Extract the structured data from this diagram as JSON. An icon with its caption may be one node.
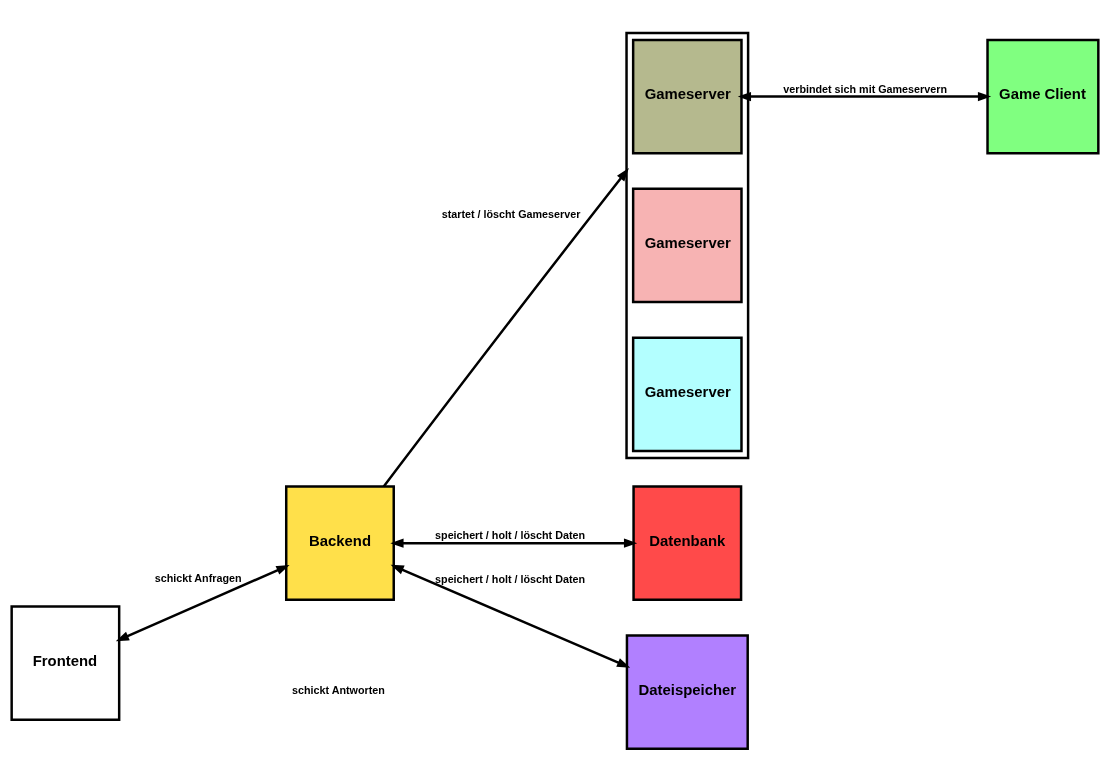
{
  "diagram": {
    "nodes": [
      {
        "text": [
          "Game Client"
        ]
      },
      {
        "text": [
          "Frontend"
        ]
      },
      {
        "text": [
          "Backend"
        ]
      },
      {
        "text": [],
        "shape": "box"
      },
      {
        "text": [
          "Gameserver"
        ],
        "in": 3
      },
      {
        "text": [
          "Gameserver"
        ],
        "in": 3
      },
      {
        "text": [
          "Gameserver"
        ],
        "in": 3
      },
      {
        "text": [
          "Datenbank"
        ]
      },
      {
        "text": [
          "Dateispeicher"
        ]
      }
    ],
    "edges": [
      {
        "from": 4,
        "to": 0,
        "arrow": "both",
        "label": "verbindet sich mit Gameservern"
      },
      {
        "from": 1,
        "to": 2,
        "arrow": "both",
        "label": "schickt Anfragen"
      },
      {
        "from": 2,
        "to": 3,
        "arrow": "to",
        "label": "startet / löscht Gameserver"
      },
      {
        "from": 2,
        "to": 7,
        "arrow": "both",
        "label": "speichert / holt / löscht Daten"
      },
      {
        "from": 2,
        "to": 8,
        "arrow": "both",
        "label": "speichert / holt / löscht Daten"
      }
    ],
    "labels": [
      "schickt Antworten"
    ]
  }
}
